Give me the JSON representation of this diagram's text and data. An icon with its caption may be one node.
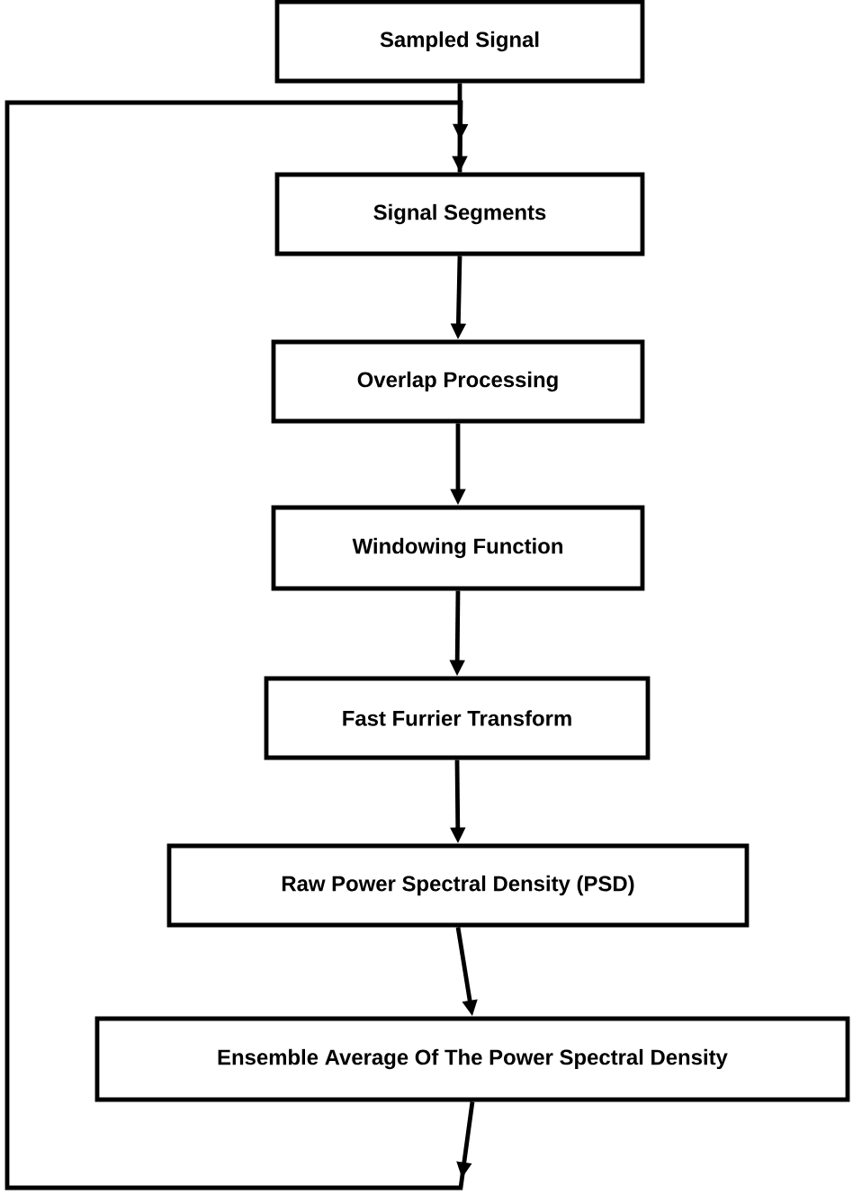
{
  "diagram": {
    "nodes": [
      {
        "text": [
          "Sampled Signal"
        ]
      },
      {
        "text": [
          "Signal Segments"
        ]
      },
      {
        "text": [
          "Overlap Processing"
        ]
      },
      {
        "text": [
          "Windowing Function"
        ]
      },
      {
        "text": [
          "Fast Furrier Transform"
        ]
      },
      {
        "text": [
          "Raw Power Spectral Density (PSD)"
        ]
      },
      {
        "text": [
          "Ensemble Average Of The Power Spectral Density"
        ]
      }
    ],
    "edges": [
      {
        "from": 0,
        "to": 1,
        "arrow": "to"
      },
      {
        "from": 1,
        "to": 2,
        "arrow": "to"
      },
      {
        "from": 2,
        "to": 3,
        "arrow": "to"
      },
      {
        "from": 3,
        "to": 4,
        "arrow": "to"
      },
      {
        "from": 4,
        "to": 5,
        "arrow": "to"
      },
      {
        "from": 5,
        "to": 6,
        "arrow": "to"
      },
      {
        "from": 6,
        "to": 1,
        "arrow": "to"
      }
    ]
  }
}
